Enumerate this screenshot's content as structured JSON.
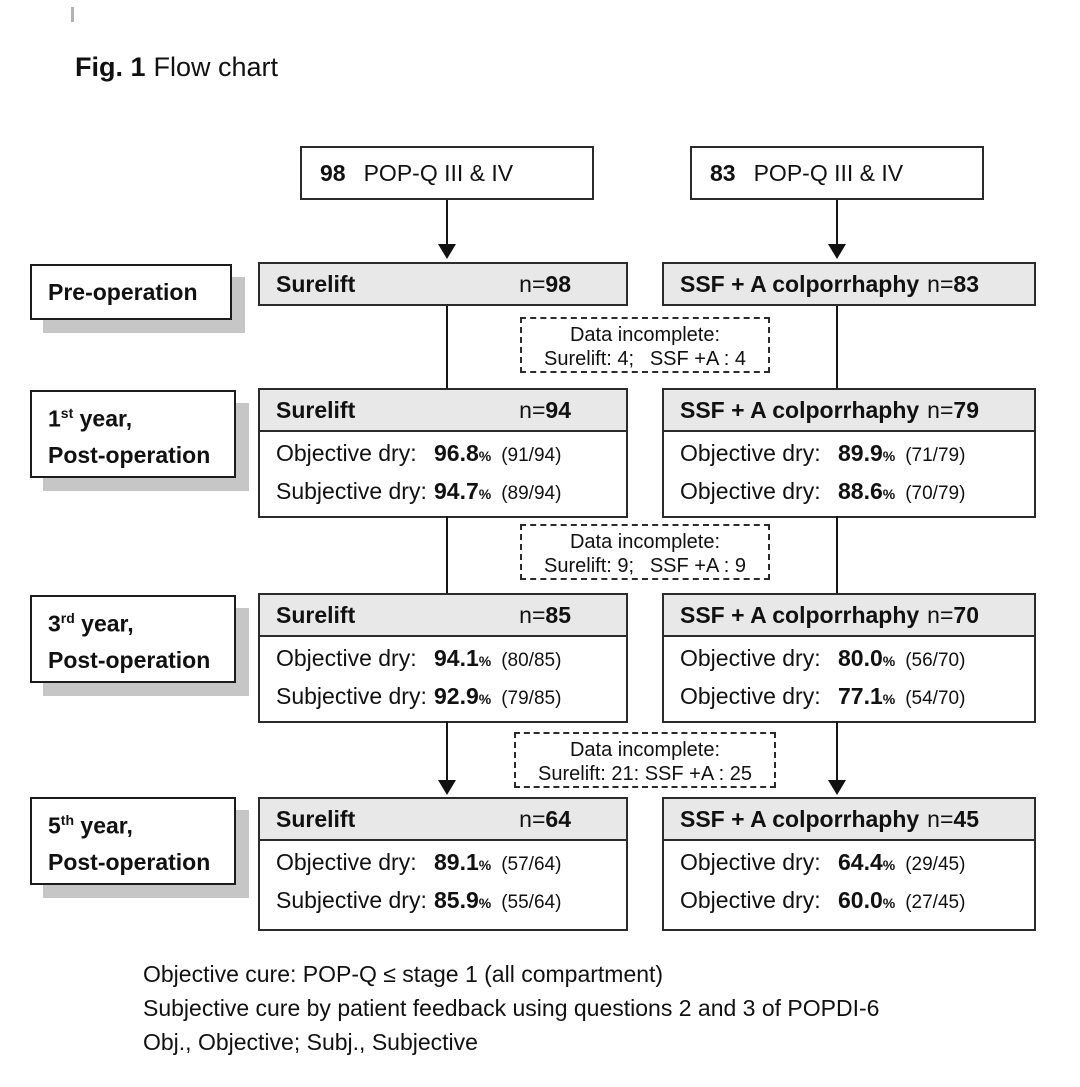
{
  "title": {
    "bold": "Fig. 1",
    "rest": "Flow chart"
  },
  "colors": {
    "header_fill": "#e8e8e8",
    "border": "#2b2b2b",
    "shadow": "#c6c6c6"
  },
  "top_boxes": [
    {
      "count": "98",
      "label": "POP-Q III & IV"
    },
    {
      "count": "83",
      "label": "POP-Q III & IV"
    }
  ],
  "n_prefix": "n=",
  "stages": [
    {
      "line1": "Pre-operation"
    },
    {
      "num": "1",
      "sup": "st",
      "tail": " year,",
      "line2": "Post-operation"
    },
    {
      "num": "3",
      "sup": "rd",
      "tail": " year,",
      "line2": "Post-operation"
    },
    {
      "num": "5",
      "sup": "th",
      "tail": " year,",
      "line2": "Post-operation"
    }
  ],
  "groups": {
    "preop": {
      "left": {
        "name": "Surelift",
        "n": "98"
      },
      "right": {
        "name": "SSF + A colporrhaphy",
        "n": "83"
      }
    },
    "year1": {
      "left": {
        "name": "Surelift",
        "n": "94",
        "outcomes": [
          {
            "label": "Objective dry:",
            "value": "96.8",
            "pct": "%",
            "frac": "(91/94)"
          },
          {
            "label": "Subjective dry:",
            "value": "94.7",
            "pct": "%",
            "frac": "(89/94)"
          }
        ]
      },
      "right": {
        "name": "SSF + A colporrhaphy",
        "n": "79",
        "outcomes": [
          {
            "label": "Objective dry:",
            "value": "89.9",
            "pct": "%",
            "frac": "(71/79)"
          },
          {
            "label": "Objective dry:",
            "value": "88.6",
            "pct": "%",
            "frac": "(70/79)"
          }
        ]
      }
    },
    "year3": {
      "left": {
        "name": "Surelift",
        "n": "85",
        "outcomes": [
          {
            "label": "Objective dry:",
            "value": "94.1",
            "pct": "%",
            "frac": "(80/85)"
          },
          {
            "label": "Subjective dry:",
            "value": "92.9",
            "pct": "%",
            "frac": "(79/85)"
          }
        ]
      },
      "right": {
        "name": "SSF + A colporrhaphy",
        "n": "70",
        "outcomes": [
          {
            "label": "Objective dry:",
            "value": "80.0",
            "pct": "%",
            "frac": "(56/70)"
          },
          {
            "label": "Objective dry:",
            "value": "77.1",
            "pct": "%",
            "frac": "(54/70)"
          }
        ]
      }
    },
    "year5": {
      "left": {
        "name": "Surelift",
        "n": "64",
        "outcomes": [
          {
            "label": "Objective dry:",
            "value": "89.1",
            "pct": "%",
            "frac": "(57/64)"
          },
          {
            "label": "Subjective dry:",
            "value": "85.9",
            "pct": "%",
            "frac": "(55/64)"
          }
        ]
      },
      "right": {
        "name": "SSF + A colporrhaphy",
        "n": "45",
        "outcomes": [
          {
            "label": "Objective dry:",
            "value": "64.4",
            "pct": "%",
            "frac": "(29/45)"
          },
          {
            "label": "Objective dry:",
            "value": "60.0",
            "pct": "%",
            "frac": "(27/45)"
          }
        ]
      }
    }
  },
  "incomplete": [
    {
      "title": "Data incomplete:",
      "left": "Surelift: 4;",
      "right": "SSF +A : 4"
    },
    {
      "title": "Data incomplete:",
      "left": "Surelift: 9;",
      "right": "SSF +A : 9"
    },
    {
      "title": "Data incomplete:",
      "left": "Surelift: 21:",
      "right": "SSF +A : 25"
    }
  ],
  "footnotes": [
    "Objective cure: POP-Q ≤ stage 1 (all compartment)",
    "Subjective cure by patient feedback using questions 2 and 3 of POPDI-6",
    "Obj., Objective; Subj., Subjective"
  ]
}
